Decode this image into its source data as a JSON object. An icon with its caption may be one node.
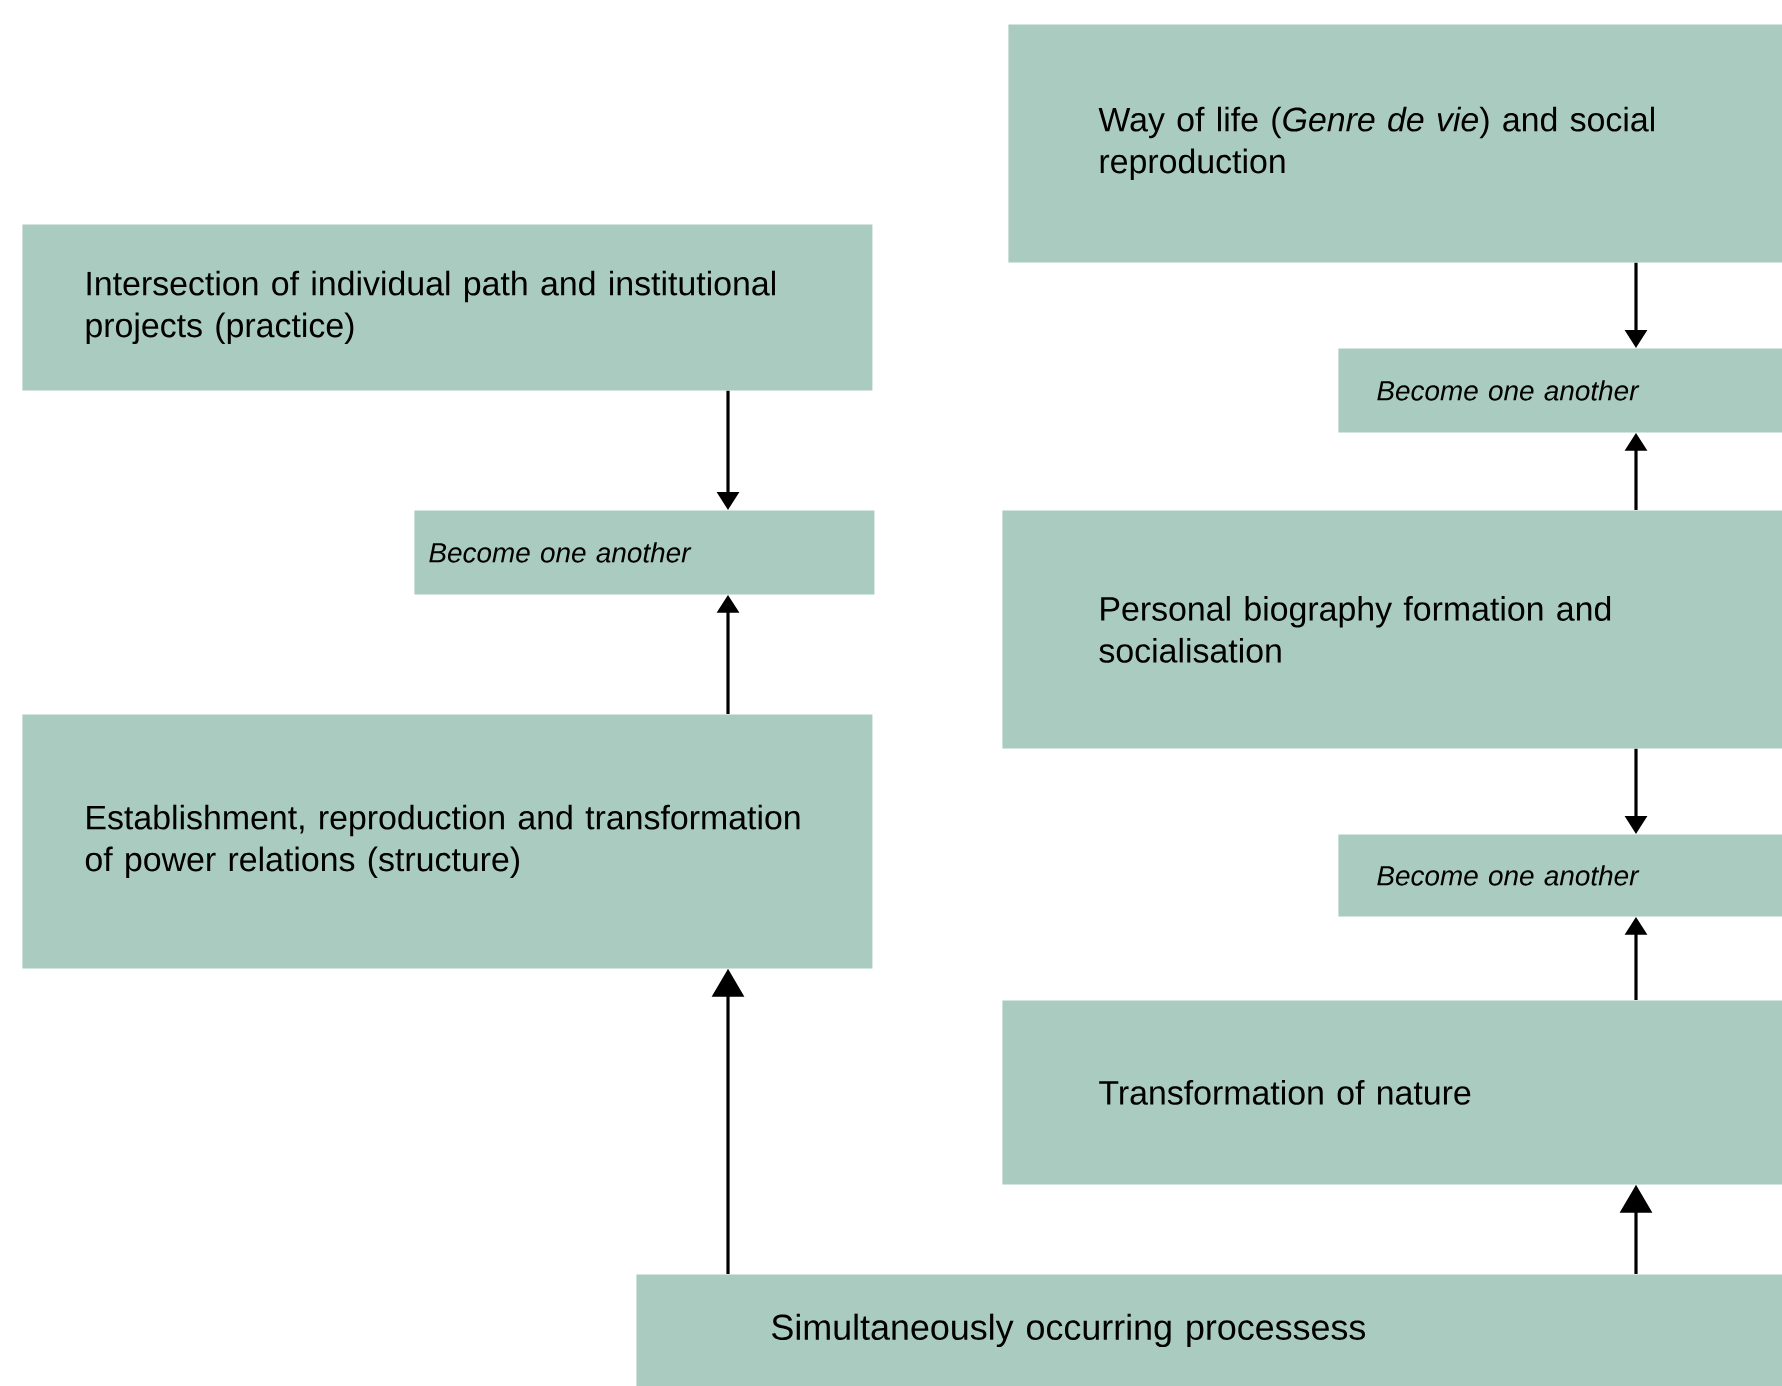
{
  "diagram": {
    "nodes": [
      {
        "text": [
          "Intersection of individual path and institutional projects (practice)"
        ]
      },
      {
        "text": [
          "Become one another"
        ]
      },
      {
        "text": [
          "Establishment, reproduction and transformation of power relations (structure)"
        ]
      },
      {
        "text": [
          "Way of life (*Genre de vie*) and social reproduction"
        ]
      },
      {
        "text": [
          "Become one another"
        ]
      },
      {
        "text": [
          "Personal biography formation and socialisation"
        ]
      },
      {
        "text": [
          "Become one another"
        ]
      },
      {
        "text": [
          "Transformation of nature"
        ]
      },
      {
        "text": [
          "Simultaneously occurring processess"
        ]
      }
    ],
    "edges": [
      {
        "from": 0,
        "to": 1,
        "arrow": "to"
      },
      {
        "from": 2,
        "to": 1,
        "arrow": "to"
      },
      {
        "from": 3,
        "to": 4,
        "arrow": "to"
      },
      {
        "from": 5,
        "to": 4,
        "arrow": "to"
      },
      {
        "from": 5,
        "to": 6,
        "arrow": "to"
      },
      {
        "from": 7,
        "to": 6,
        "arrow": "to"
      },
      {
        "from": 8,
        "to": 2,
        "arrow": "to"
      },
      {
        "from": 8,
        "to": 7,
        "arrow": "to"
      }
    ]
  }
}
